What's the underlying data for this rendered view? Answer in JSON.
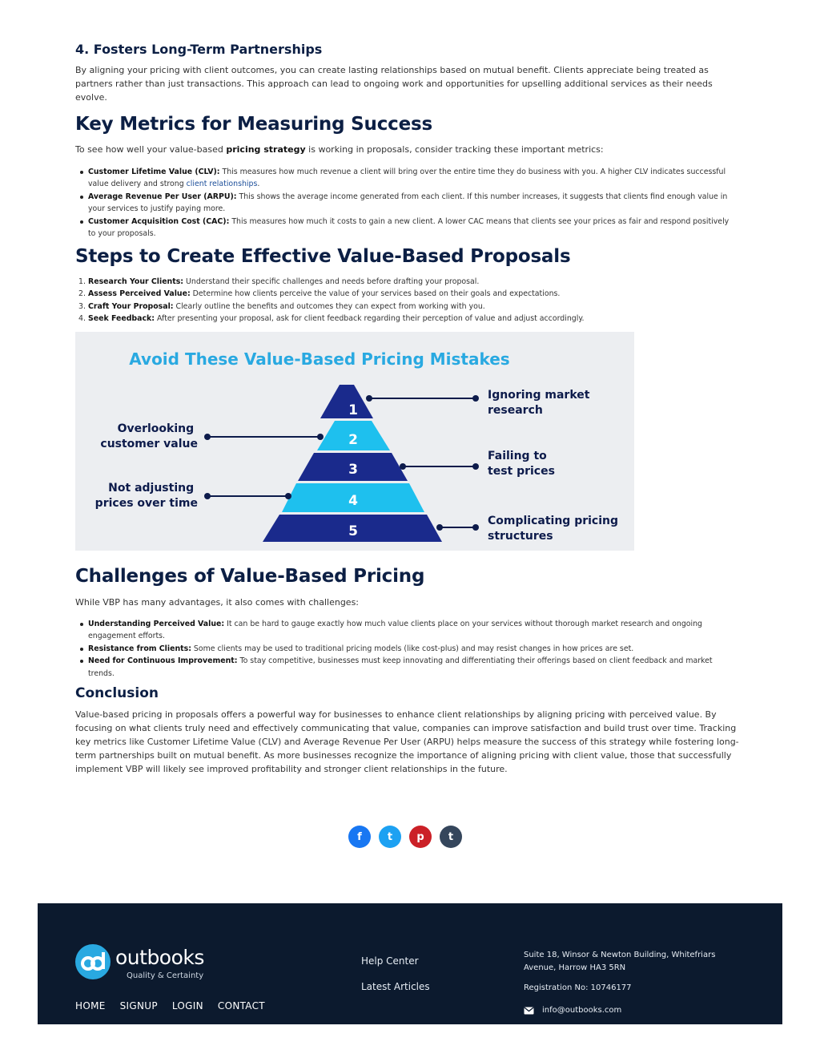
{
  "partnerships": {
    "heading": "4. Fosters Long-Term Partnerships",
    "body": "By aligning your pricing with client outcomes, you can create lasting relationships based on mutual benefit. Clients appreciate being treated as partners rather than just transactions. This approach can lead to ongoing work and opportunities for upselling additional services as their needs evolve."
  },
  "metrics": {
    "heading": "Key Metrics for Measuring Success",
    "intro_pre": "To see how well your value-based ",
    "intro_link": "pricing strategy",
    "intro_post": " is working in proposals, consider tracking these important metrics:",
    "items": [
      {
        "label": "Customer Lifetime Value (CLV):",
        "text": " This measures how much revenue a client will bring over the entire time they do business with you. A higher CLV indicates successful value delivery and strong ",
        "link": "client relationships",
        "tail": "."
      },
      {
        "label": "Average Revenue Per User (ARPU):",
        "text": " This shows the average income generated from each client. If this number increases, it suggests that clients find enough value in your services to justify paying more."
      },
      {
        "label": "Customer Acquisition Cost (CAC):",
        "text": " This measures how much it costs to gain a new client. A lower CAC means that clients see your prices as fair and respond positively to your proposals."
      }
    ]
  },
  "steps": {
    "heading": "Steps to Create Effective Value-Based Proposals",
    "items": [
      {
        "num": "1.",
        "label": "Research Your Clients:",
        "text": " Understand their specific challenges and needs before drafting your proposal."
      },
      {
        "num": "2.",
        "label": "Assess Perceived Value:",
        "text": " Determine how clients perceive the value of your services based on their goals and expectations."
      },
      {
        "num": "3.",
        "label": "Craft Your Proposal:",
        "text": " Clearly outline the benefits and outcomes they can expect from working with you."
      },
      {
        "num": "4.",
        "label": "Seek Feedback:",
        "text": " After presenting your proposal, ask for client feedback regarding their perception of value and adjust accordingly."
      }
    ]
  },
  "infographic": {
    "title": "Avoid These Value-Based Pricing Mistakes",
    "levels": [
      "1",
      "2",
      "3",
      "4",
      "5"
    ],
    "right_labels": [
      [
        "Ignoring market",
        "research"
      ],
      [
        "Failing to",
        "test prices"
      ],
      [
        "Complicating pricing",
        "structures"
      ]
    ],
    "left_labels": [
      [
        "Overlooking",
        "customer value"
      ],
      [
        "Not adjusting",
        "prices over time"
      ]
    ],
    "colors": {
      "title": "#29a9e1",
      "dark": "#1a2a8c",
      "light": "#1ec0ee",
      "label": "#0d1b4b"
    }
  },
  "challenges": {
    "heading": "Challenges of Value-Based Pricing",
    "intro": "While VBP has many advantages, it also comes with challenges:",
    "items": [
      {
        "label": "Understanding Perceived Value:",
        "text": " It can be hard to gauge exactly how much value clients place on your services without thorough market research and ongoing engagement efforts."
      },
      {
        "label": "Resistance from Clients:",
        "text": " Some clients may be used to traditional pricing models (like cost-plus) and may resist changes in how prices are set."
      },
      {
        "label": "Need for Continuous Improvement:",
        "text": " To stay competitive, businesses must keep innovating and differentiating their offerings based on client feedback and market trends."
      }
    ]
  },
  "conclusion": {
    "heading": "Conclusion",
    "body": "Value-based pricing in proposals offers a powerful way for businesses to enhance client relationships by aligning pricing with perceived value. By focusing on what clients truly need and effectively communicating that value, companies can improve satisfaction and build trust over time. Tracking key metrics like Customer Lifetime Value (CLV) and Average Revenue Per User (ARPU) helps measure the success of this strategy while fostering long-term partnerships built on mutual benefit. As more businesses recognize the importance of aligning pricing with client value, those that successfully implement VBP will likely see improved profitability and stronger client relationships in the future."
  },
  "share": [
    {
      "icon": "facebook-icon",
      "glyph": "f",
      "color": "#1877f2"
    },
    {
      "icon": "twitter-icon",
      "glyph": "t",
      "color": "#1da1f2"
    },
    {
      "icon": "pinterest-icon",
      "glyph": "p",
      "color": "#cb2027"
    },
    {
      "icon": "tumblr-icon",
      "glyph": "t",
      "color": "#35465c"
    }
  ],
  "footer": {
    "brand": "outbooks",
    "tagline": "Quality & Certainty",
    "nav": [
      "HOME",
      "SIGNUP",
      "LOGIN",
      "CONTACT"
    ],
    "links": [
      "Help Center",
      "Latest Articles"
    ],
    "address": "Suite 18, Winsor & Newton Building, Whitefriars Avenue, Harrow HA3 5RN",
    "registration": "Registration No: 10746177",
    "email": "info@outbooks.com",
    "bg_color": "#0c1a2e"
  }
}
